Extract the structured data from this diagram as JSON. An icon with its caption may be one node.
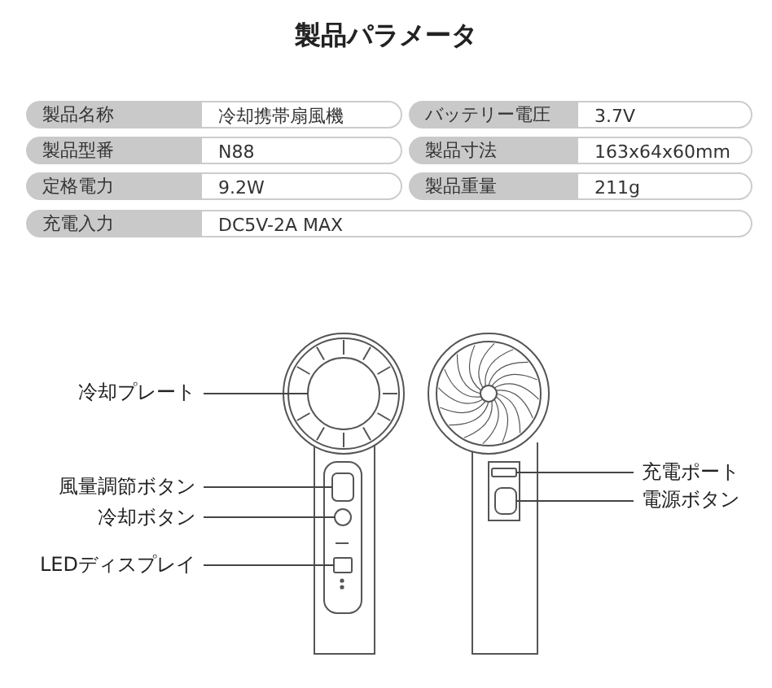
{
  "diagram": {
    "title": "製品パラメータ",
    "nodes": [
      {
        "text": [
          "冷却プレート"
        ]
      },
      {
        "text": [],
        "shape": "circle"
      },
      {
        "text": [
          "風量調節ボタン"
        ]
      },
      {
        "text": [],
        "shape": "box"
      },
      {
        "text": [
          "冷却ボタン"
        ]
      },
      {
        "text": [],
        "shape": "circle"
      },
      {
        "text": [
          "LEDディスプレイ"
        ]
      },
      {
        "text": [],
        "shape": "box"
      },
      {
        "text": [
          "充電ポート"
        ]
      },
      {
        "text": [],
        "shape": "box"
      },
      {
        "text": [
          "電源ボタン"
        ]
      },
      {
        "text": [],
        "shape": "box"
      }
    ],
    "edges": [
      {
        "from": 0,
        "to": 1,
        "arrow": "none"
      },
      {
        "from": 2,
        "to": 3,
        "arrow": "none"
      },
      {
        "from": 4,
        "to": 5,
        "arrow": "none"
      },
      {
        "from": 6,
        "to": 7,
        "arrow": "none"
      },
      {
        "from": 8,
        "to": 9,
        "arrow": "none"
      },
      {
        "from": 10,
        "to": 11,
        "arrow": "none"
      }
    ],
    "labels": [
      "製品名称",
      "冷却携帯扇風機",
      "バッテリー電圧",
      "3.7V",
      "製品型番",
      "N88",
      "製品寸法",
      "163x64x60mm",
      "定格電力",
      "9.2W",
      "製品重量",
      "211g",
      "充電入力",
      "DC5V-2A MAX"
    ]
  }
}
